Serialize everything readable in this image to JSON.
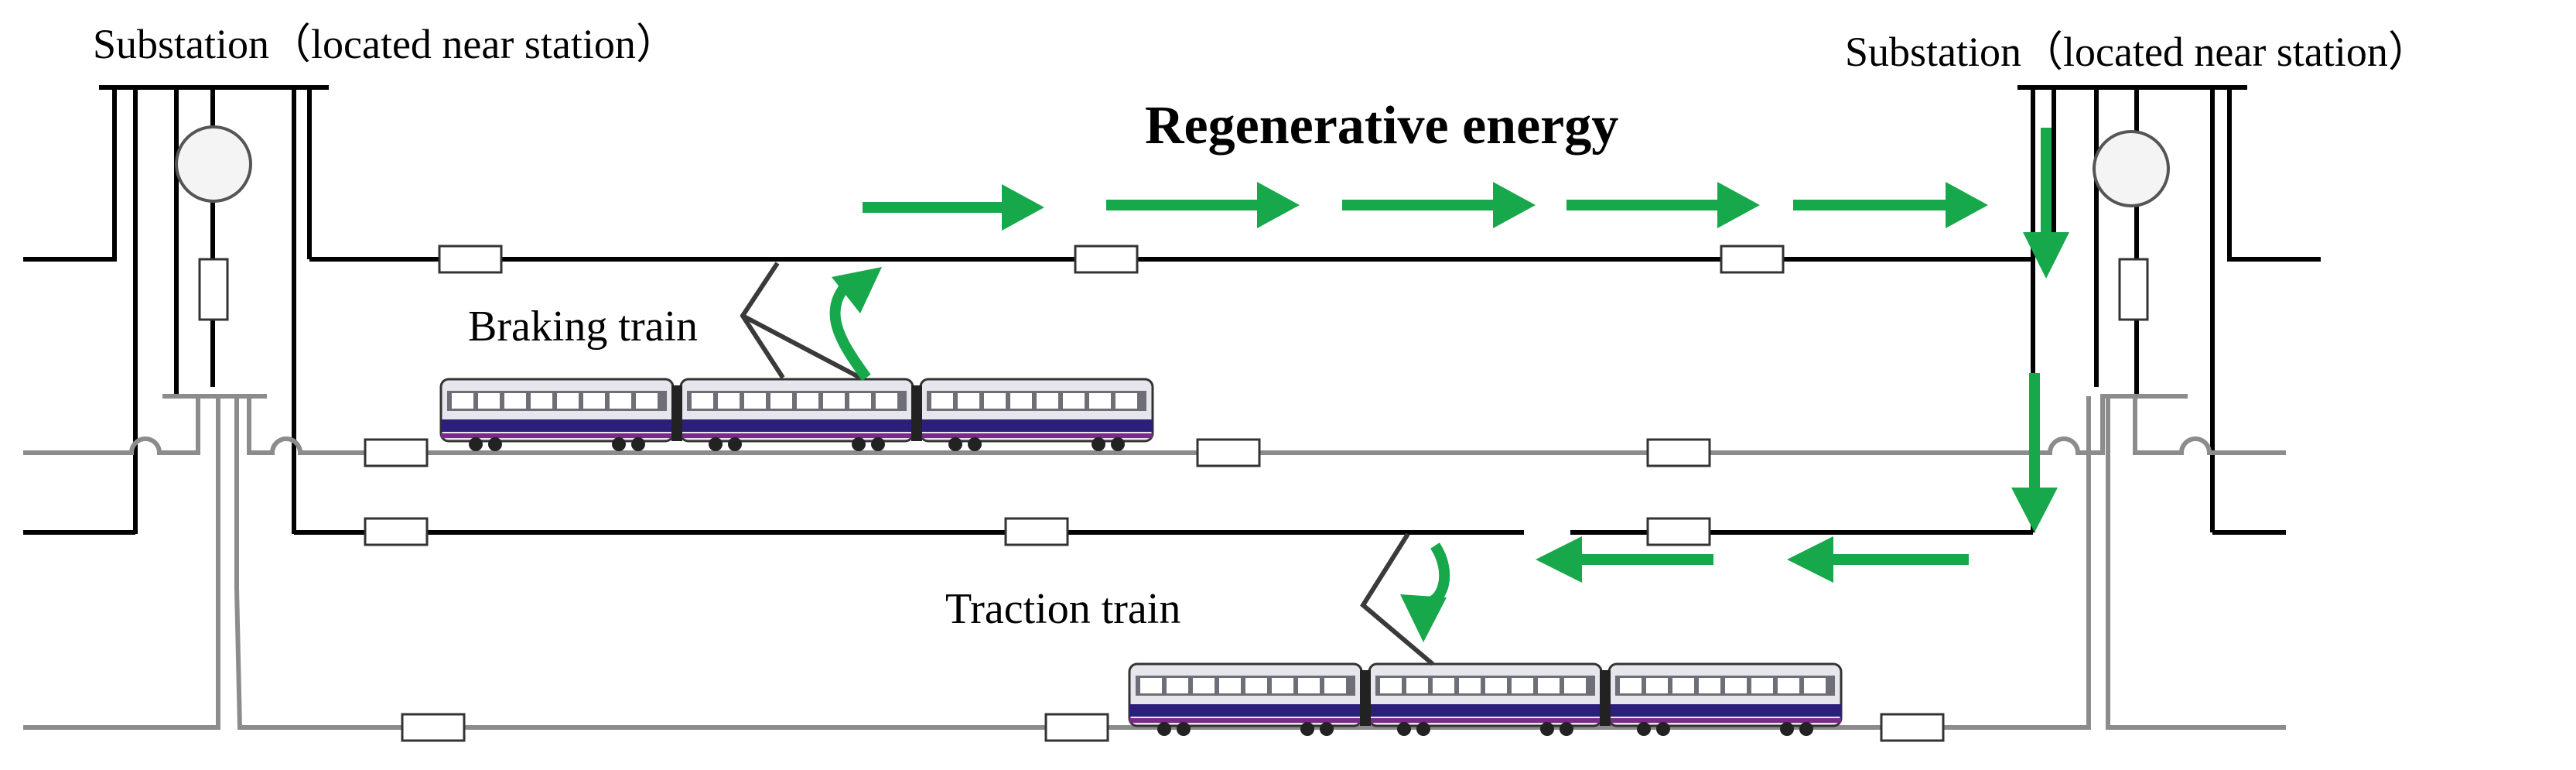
{
  "labels": {
    "substation_left": "Substation（located near station）",
    "substation_right": "Substation（located near station）",
    "regenerative_energy": "Regenerative energy",
    "braking_train": "Braking train",
    "traction_train": "Traction train"
  },
  "colors": {
    "energy_arrow": "#16a84a",
    "feeder_line": "#000000",
    "rail_line": "#8c8c8c",
    "train_body": "#e6e6ec",
    "train_stripe": "#2c1f7a",
    "train_accent": "#7b2a8a"
  },
  "icons": [
    "transformer-icon",
    "resistor-icon",
    "train-icon",
    "pantograph-icon",
    "arrow-icon"
  ]
}
